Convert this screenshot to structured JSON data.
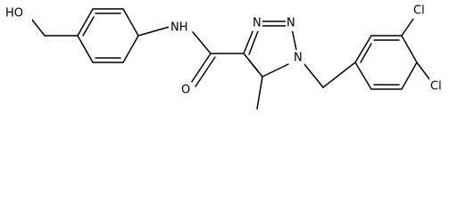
{
  "molecule": {
    "atom_labels": {
      "hydroxyl": "HO",
      "amide_nh": "NH",
      "carbonyl_o": "O",
      "triazole_n2": "N",
      "triazole_n3": "N",
      "triazole_n1": "N",
      "chloro_para": "Cl",
      "chloro_meta": "Cl"
    }
  },
  "colors": {
    "bond": "#000000",
    "text": "#000000",
    "background": "#ffffff"
  }
}
